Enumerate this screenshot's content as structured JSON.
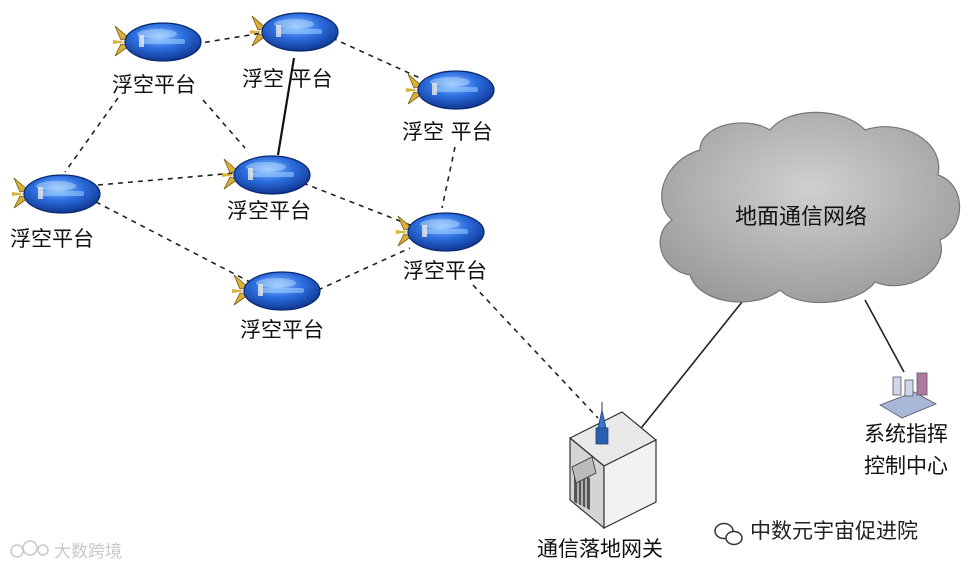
{
  "diagram": {
    "platforms": [
      {
        "id": "p1",
        "label": "浮空平台"
      },
      {
        "id": "p2",
        "label": "浮空 平台"
      },
      {
        "id": "p3",
        "label": "浮空 平台"
      },
      {
        "id": "p4",
        "label": "浮空平台"
      },
      {
        "id": "p5",
        "label": "浮空平台"
      },
      {
        "id": "p6",
        "label": "浮空平台"
      },
      {
        "id": "p7",
        "label": "浮空平台"
      }
    ],
    "cloud_label": "地面通信网络",
    "gateway_label": "通信落地网关",
    "control_label_line1": "系统指挥",
    "control_label_line2": "控制中心",
    "watermark_left": "大数跨境",
    "watermark_right": "中数元宇宙促进院",
    "colors": {
      "airship_body": "#1f5fd6",
      "airship_fin": "#d9b13a",
      "cloud_fill": "#bdbdbd",
      "line": "#222222"
    }
  }
}
